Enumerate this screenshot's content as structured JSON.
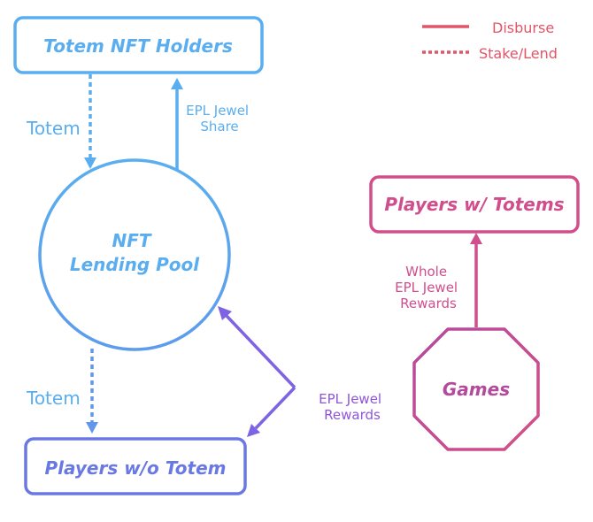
{
  "colors": {
    "blue": "#5AAEF0",
    "mid_blue": "#6296EC",
    "indigo": "#6A78E4",
    "purple": "#8F55D8",
    "pink": "#D04E8C",
    "red": "#E15568"
  },
  "legend": {
    "disburse": "Disburse",
    "stake_lend": "Stake/Lend"
  },
  "nodes": {
    "totem_nft_holders": "Totem NFT Holders",
    "nft_lending_pool": [
      "NFT",
      "Lending Pool"
    ],
    "players_with_totems": "Players w/ Totems",
    "games": "Games",
    "players_without_totem": "Players w/o Totem"
  },
  "edges": {
    "totem_top": "Totem",
    "epl_jewel_share": [
      "EPL Jewel",
      "Share"
    ],
    "totem_bottom": "Totem",
    "whole_epl_jewel_rewards": [
      "Whole",
      "EPL Jewel",
      "Rewards"
    ],
    "epl_jewel_rewards": [
      "EPL Jewel",
      "Rewards"
    ]
  }
}
